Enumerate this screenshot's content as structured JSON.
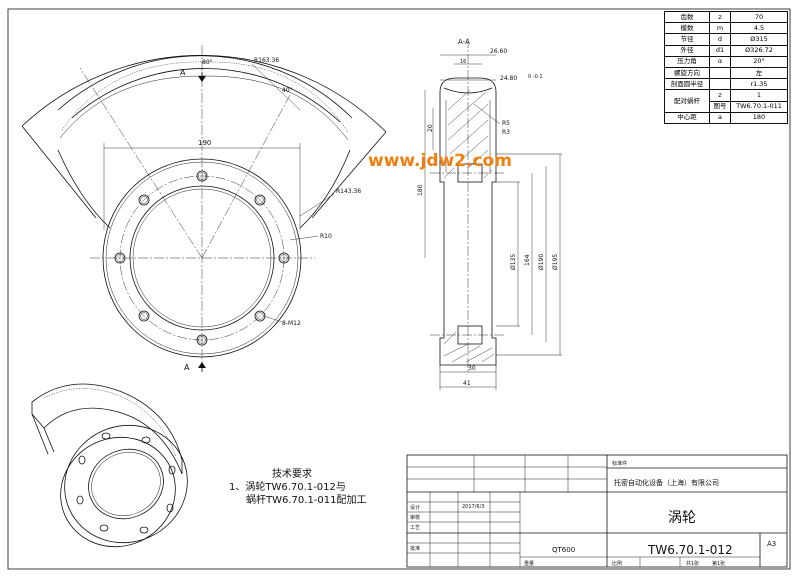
{
  "watermark": "www.jdw2.com",
  "section_label": "A-A",
  "view_arrows": {
    "top": "A",
    "bottom": "A"
  },
  "front_view": {
    "angle_top": "80°",
    "angle_right": "40°",
    "radius_outer": "R163.36",
    "radius_root": "R143.36",
    "radius_small": "R10",
    "width_190": "190",
    "holes": "8-M12"
  },
  "section_view": {
    "dims_top": [
      "26.60",
      "16",
      "24.80"
    ],
    "tolerance_top": "0 -0.1",
    "r5": "R5",
    "r3": "R3",
    "d20": "20",
    "d180": "180",
    "d135": "Ø135",
    "d164": "164",
    "d190": "Ø190",
    "d195": "Ø195",
    "w30": "30",
    "w41": "41"
  },
  "params": [
    {
      "name": "齿数",
      "sym": "z",
      "val": "70"
    },
    {
      "name": "模数",
      "sym": "m",
      "val": "4.5"
    },
    {
      "name": "节径",
      "sym": "d",
      "val": "Ø315"
    },
    {
      "name": "外径",
      "sym": "d1",
      "val": "Ø326.72"
    },
    {
      "name": "压力角",
      "sym": "α",
      "val": "20°"
    },
    {
      "name": "螺旋方向",
      "sym": "",
      "val": "左"
    },
    {
      "name": "剖面圆半径",
      "sym": "",
      "val": "r1.35"
    }
  ],
  "params_worm": {
    "name": "配对蜗杆",
    "sym1": "z",
    "val1": "1",
    "sym2": "图号",
    "val2": "TW6.70.1-011"
  },
  "params_center": {
    "name": "中心距",
    "sym": "a",
    "val": "180"
  },
  "notes": {
    "title": "技术要求",
    "line1": "1、涡轮TW6.70.1-012与",
    "line2": "蜗杆TW6.70.1-011配加工"
  },
  "title_block": {
    "company": "托密自动化设备（上海）有限公司",
    "part_name": "涡轮",
    "drawing_no": "TW6.70.1-012",
    "sheet_size": "A3",
    "material": "QT600",
    "date": "2017/6/3",
    "small_labels": [
      "标准件",
      "重量",
      "比例",
      "共1张",
      "第1张",
      "设计",
      "审核",
      "工艺",
      "批准"
    ]
  }
}
